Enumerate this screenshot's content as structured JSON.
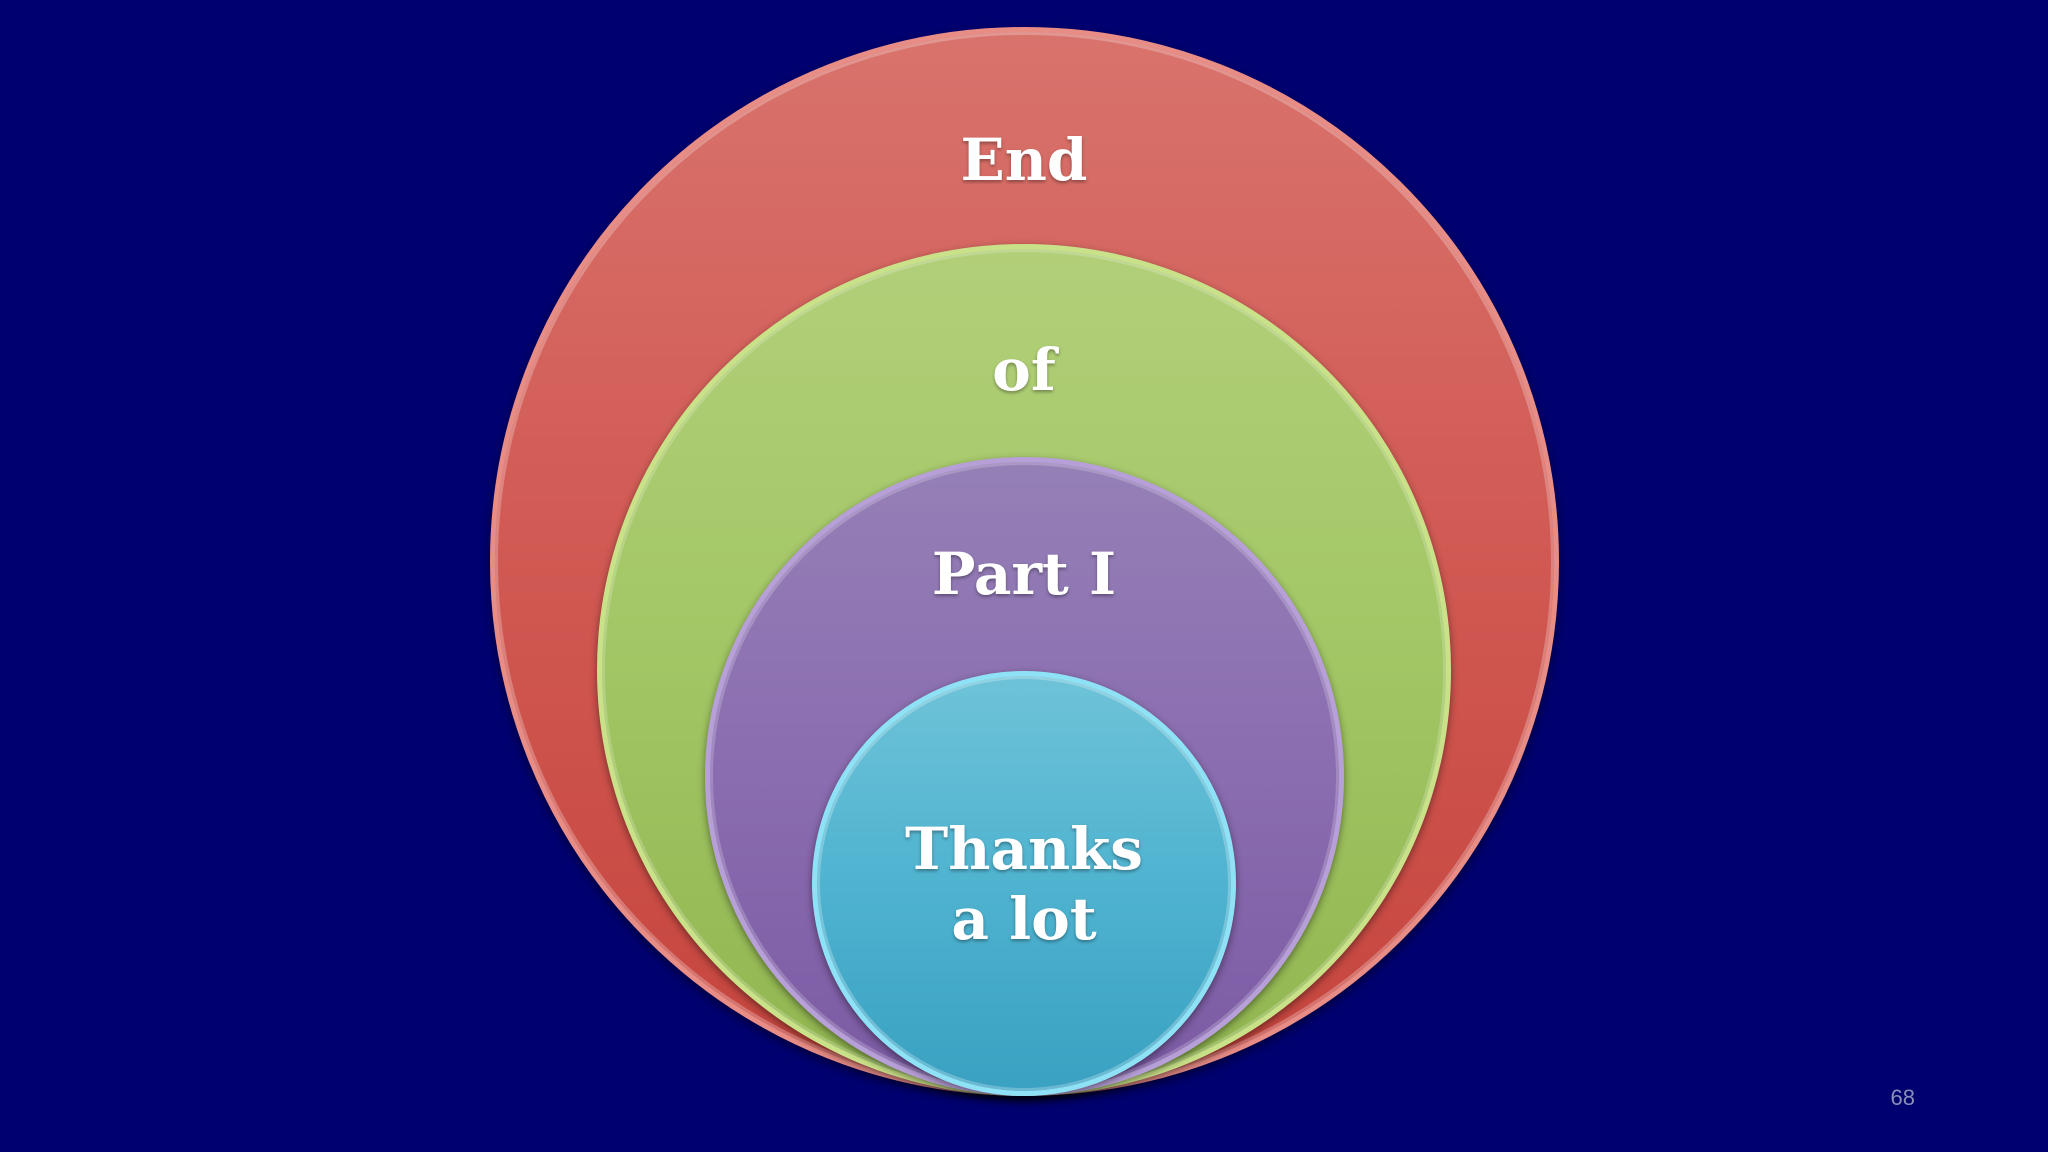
{
  "diagram": {
    "type": "nested-circles",
    "layers": [
      {
        "label": "End",
        "color": "#d25b55"
      },
      {
        "label": "of",
        "color": "#a3c766"
      },
      {
        "label": "Part I",
        "color": "#8a6cb0"
      },
      {
        "label_line1": "Thanks",
        "label_line2": "a lot",
        "color": "#4fb3d0"
      }
    ]
  },
  "slide": {
    "page_number": "68",
    "background_color": "#000070"
  }
}
